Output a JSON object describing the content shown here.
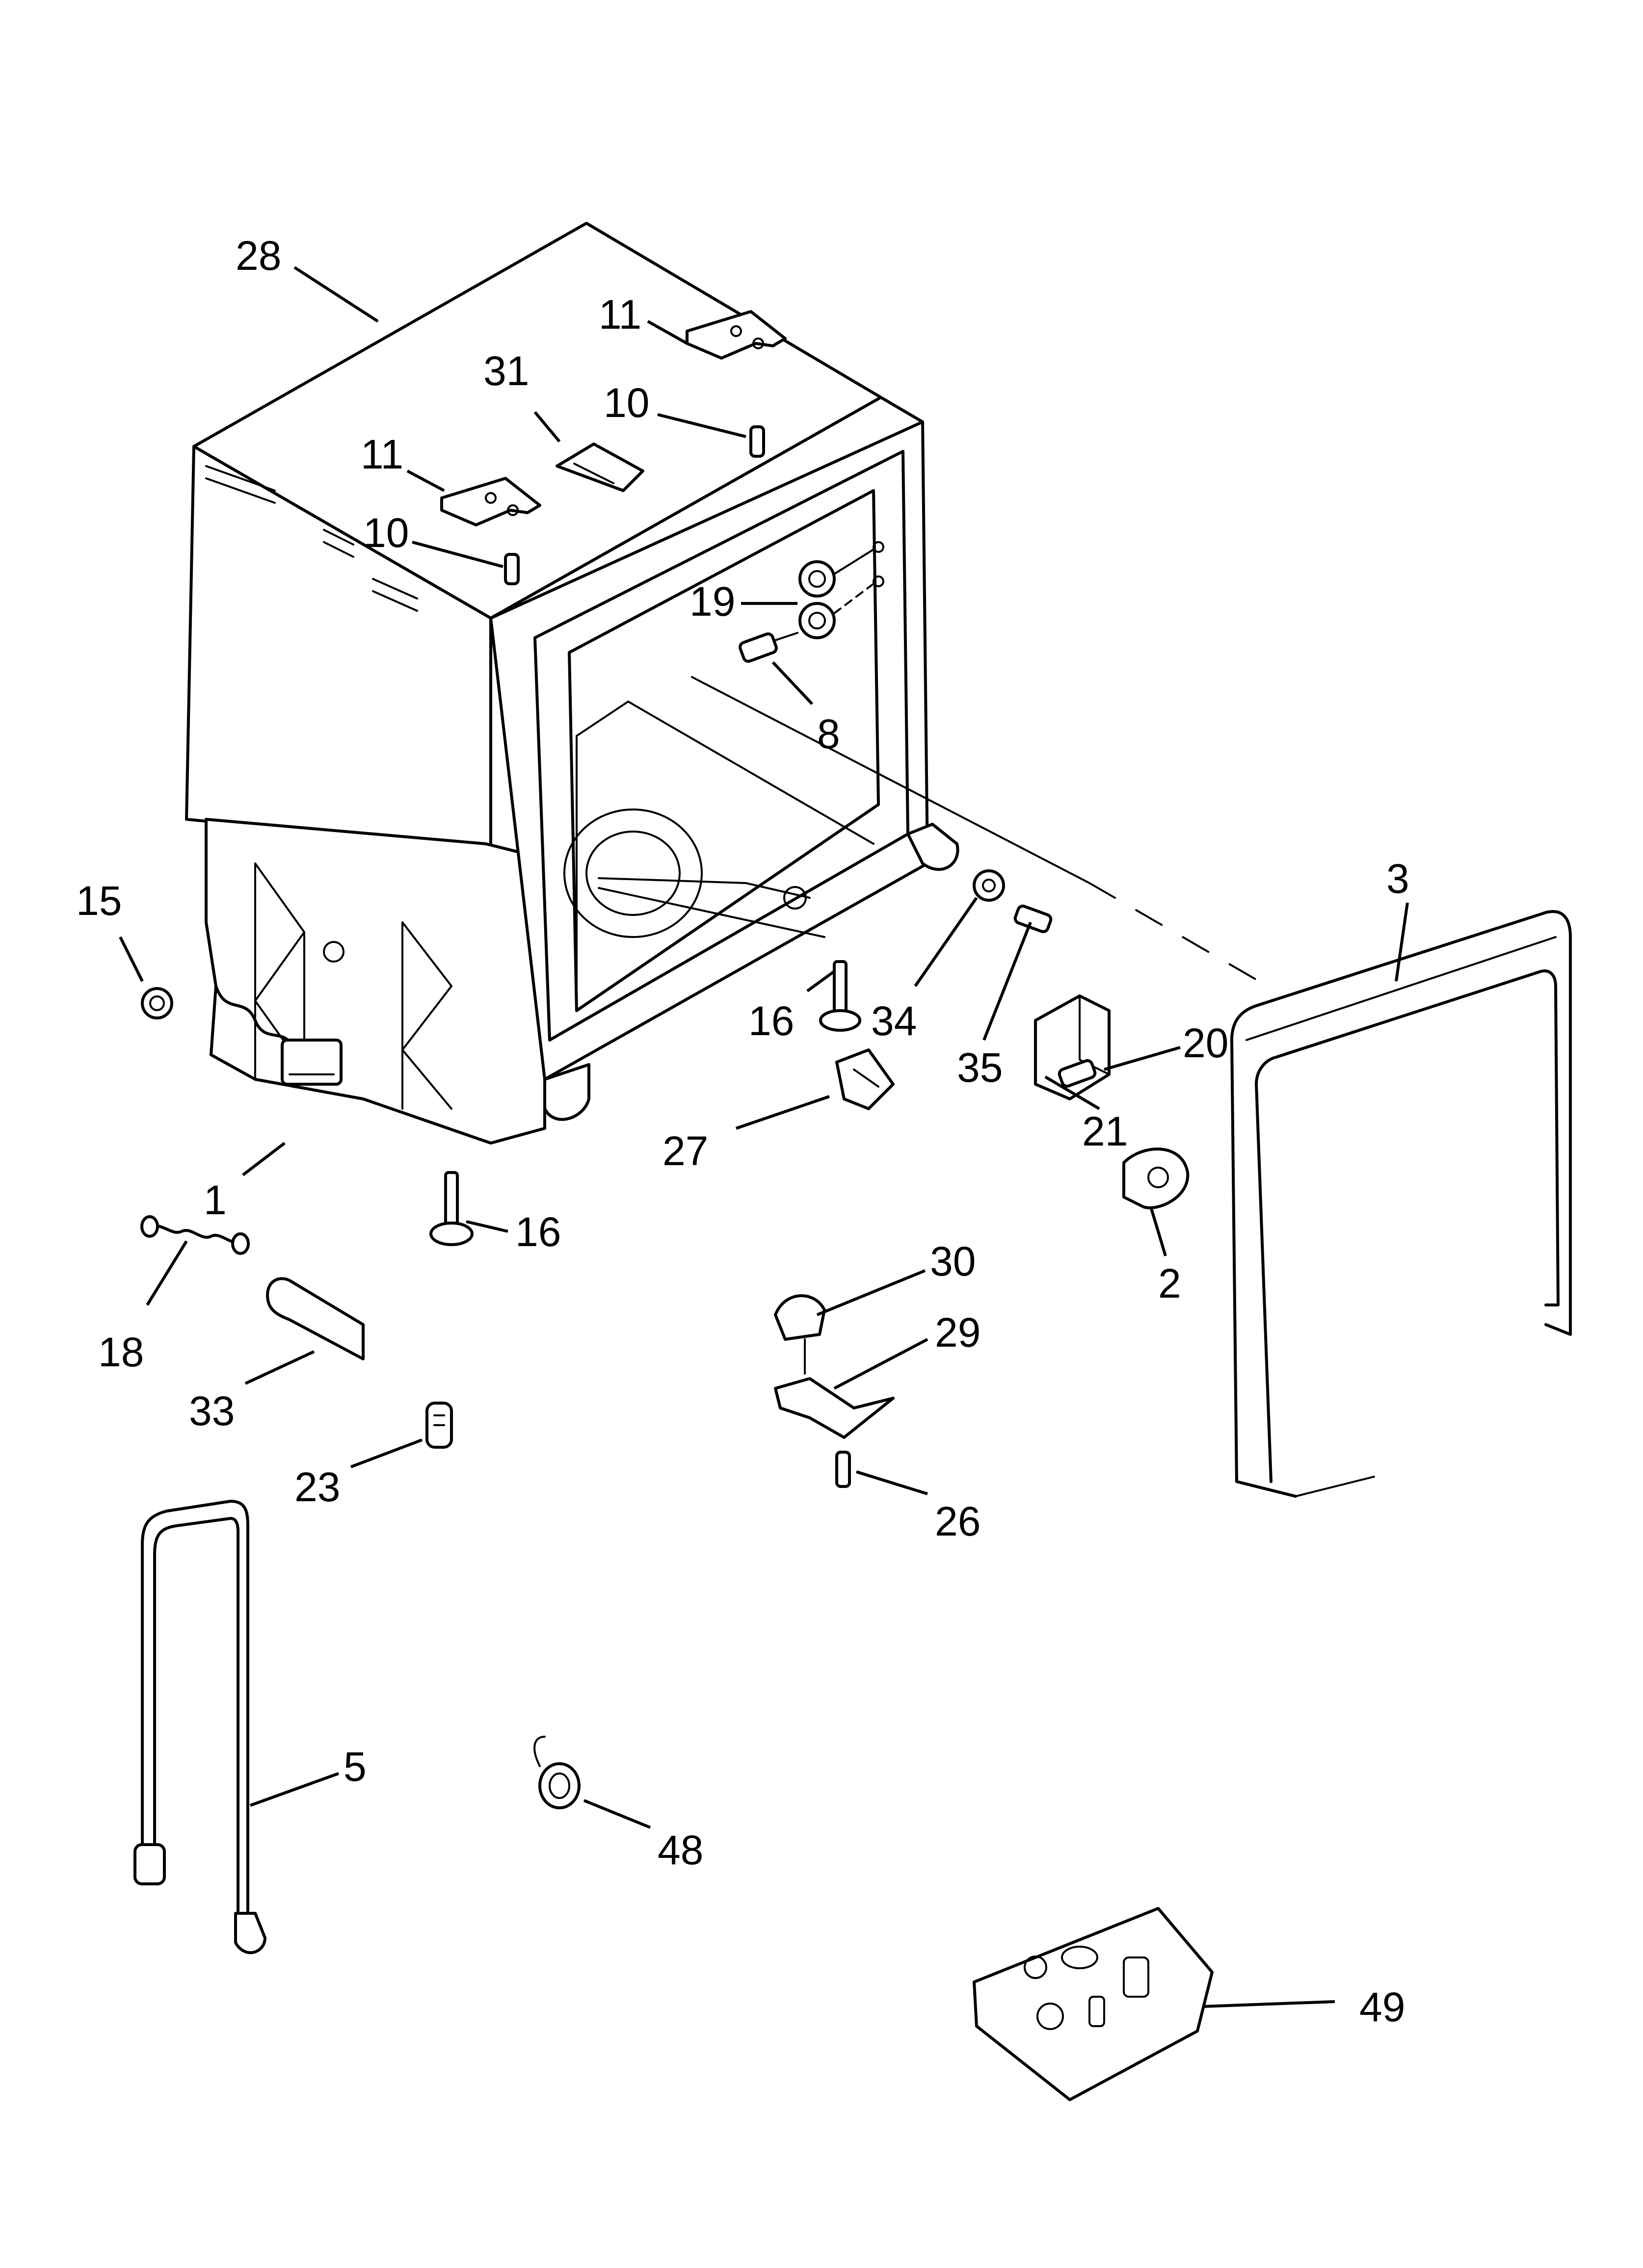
{
  "callouts": [
    {
      "id": "28",
      "text": "28"
    },
    {
      "id": "11a",
      "text": "11"
    },
    {
      "id": "31",
      "text": "31"
    },
    {
      "id": "10a",
      "text": "10"
    },
    {
      "id": "11b",
      "text": "11"
    },
    {
      "id": "10b",
      "text": "10"
    },
    {
      "id": "19",
      "text": "19"
    },
    {
      "id": "8",
      "text": "8"
    },
    {
      "id": "15",
      "text": "15"
    },
    {
      "id": "3",
      "text": "3"
    },
    {
      "id": "1",
      "text": "1"
    },
    {
      "id": "16a",
      "text": "16"
    },
    {
      "id": "34",
      "text": "34"
    },
    {
      "id": "20",
      "text": "20"
    },
    {
      "id": "35",
      "text": "35"
    },
    {
      "id": "21",
      "text": "21"
    },
    {
      "id": "27",
      "text": "27"
    },
    {
      "id": "16b",
      "text": "16"
    },
    {
      "id": "2",
      "text": "2"
    },
    {
      "id": "30",
      "text": "30"
    },
    {
      "id": "18",
      "text": "18"
    },
    {
      "id": "29",
      "text": "29"
    },
    {
      "id": "33",
      "text": "33"
    },
    {
      "id": "23",
      "text": "23"
    },
    {
      "id": "26",
      "text": "26"
    },
    {
      "id": "5",
      "text": "5"
    },
    {
      "id": "48",
      "text": "48"
    },
    {
      "id": "49",
      "text": "49"
    }
  ]
}
